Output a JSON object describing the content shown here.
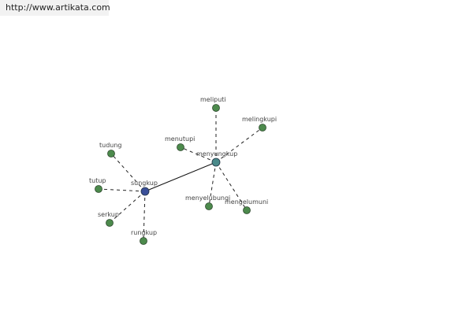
{
  "site": {
    "url_text": "http://www.artikata.com"
  },
  "colors": {
    "leaf_node": "#4c8a4c",
    "hub_sungkup": "#3a4f99",
    "hub_menyungkup": "#4a8a8a"
  },
  "graph": {
    "nodes": [
      {
        "id": "sungkup",
        "label": "sungkup",
        "kind": "hub-primary"
      },
      {
        "id": "menyungkup",
        "label": "menyungkup",
        "kind": "hub-secondary"
      },
      {
        "id": "tudung",
        "label": "tudung",
        "kind": "leaf"
      },
      {
        "id": "tutup",
        "label": "tutup",
        "kind": "leaf"
      },
      {
        "id": "serkup",
        "label": "serkup",
        "kind": "leaf"
      },
      {
        "id": "rungkup",
        "label": "rungkup",
        "kind": "leaf"
      },
      {
        "id": "meliputi",
        "label": "meliputi",
        "kind": "leaf"
      },
      {
        "id": "melingkupi",
        "label": "melingkupi",
        "kind": "leaf"
      },
      {
        "id": "menutupi",
        "label": "menutupi",
        "kind": "leaf"
      },
      {
        "id": "menyelubungi",
        "label": "menyelubungi",
        "kind": "leaf"
      },
      {
        "id": "mengelumuni",
        "label": "mengelumuni",
        "kind": "leaf"
      }
    ],
    "edges": [
      {
        "from": "sungkup",
        "to": "menyungkup",
        "style": "solid"
      },
      {
        "from": "sungkup",
        "to": "tudung",
        "style": "dashed"
      },
      {
        "from": "sungkup",
        "to": "tutup",
        "style": "dashed"
      },
      {
        "from": "sungkup",
        "to": "serkup",
        "style": "dashed"
      },
      {
        "from": "sungkup",
        "to": "rungkup",
        "style": "dashed"
      },
      {
        "from": "menyungkup",
        "to": "meliputi",
        "style": "dashed"
      },
      {
        "from": "menyungkup",
        "to": "melingkupi",
        "style": "dashed"
      },
      {
        "from": "menyungkup",
        "to": "menutupi",
        "style": "dashed"
      },
      {
        "from": "menyungkup",
        "to": "menyelubungi",
        "style": "dashed"
      },
      {
        "from": "menyungkup",
        "to": "mengelumuni",
        "style": "dashed"
      }
    ]
  }
}
